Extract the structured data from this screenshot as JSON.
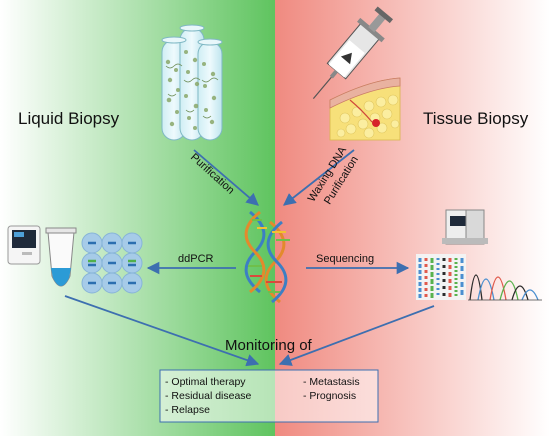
{
  "left_title": "Liquid Biopsy",
  "right_title": "Tissue Biopsy",
  "purification_label": "Purification",
  "waxing_label_line1": "Waxing DNA",
  "waxing_label_line2": "Purification",
  "ddpcr_label": "ddPCR",
  "sequencing_label": "Sequencing",
  "monitoring_title": "Monitoring of",
  "monitoring_items": {
    "col1": [
      "- Optimal therapy",
      "- Residual disease",
      "- Relapse"
    ],
    "col2": [
      "- Metastasis",
      "- Prognosis"
    ]
  },
  "colors": {
    "left_bg": "#5fc45f",
    "right_bg": "#f08a80",
    "arrow": "#3d6fb0",
    "box_border": "#3d6fb0"
  }
}
